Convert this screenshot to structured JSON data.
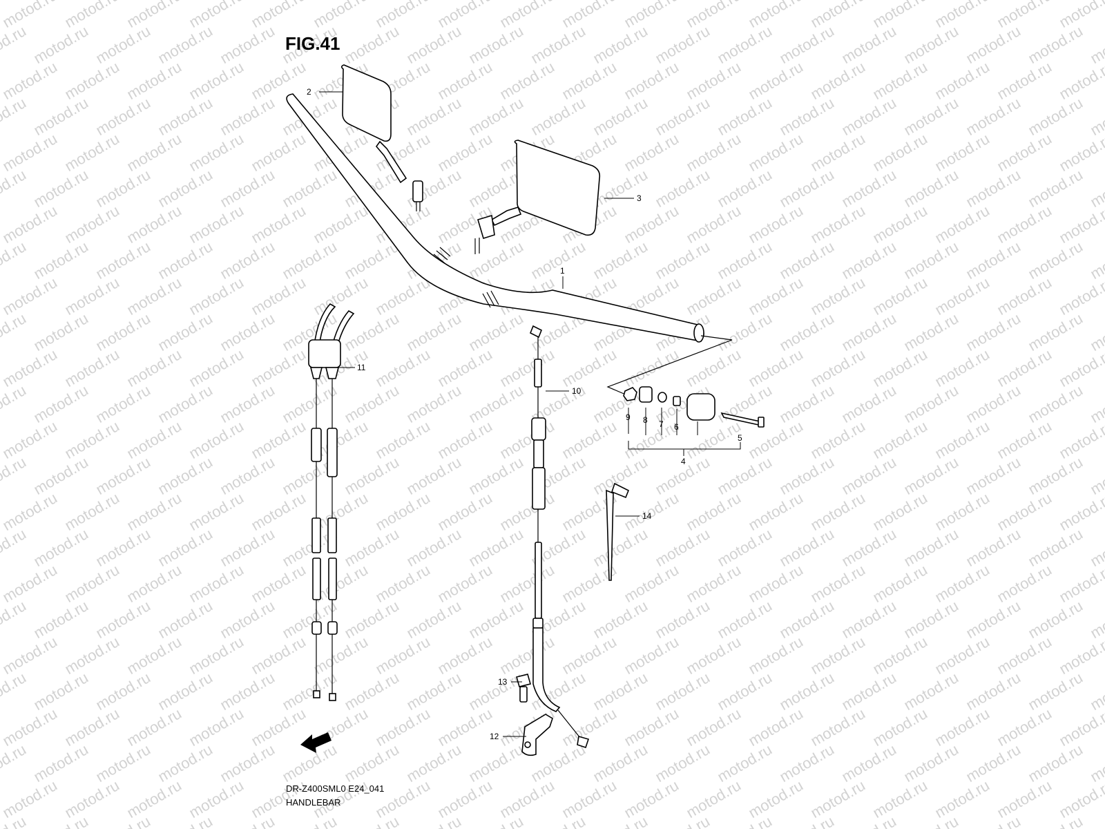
{
  "figure": {
    "title": "FIG.41",
    "code": "DR-Z400SML0 E24_041",
    "name": "HANDLEBAR",
    "watermark": "motod.ru",
    "fwd_label": "FWD"
  },
  "callouts": [
    {
      "id": "1",
      "label": "1"
    },
    {
      "id": "2",
      "label": "2"
    },
    {
      "id": "3",
      "label": "3"
    },
    {
      "id": "4",
      "label": "4"
    },
    {
      "id": "5",
      "label": "5"
    },
    {
      "id": "6",
      "label": "6"
    },
    {
      "id": "7",
      "label": "7"
    },
    {
      "id": "8",
      "label": "8"
    },
    {
      "id": "9",
      "label": "9"
    },
    {
      "id": "10",
      "label": "10"
    },
    {
      "id": "11",
      "label": "11"
    },
    {
      "id": "12",
      "label": "12"
    },
    {
      "id": "13",
      "label": "13"
    },
    {
      "id": "14",
      "label": "14"
    }
  ]
}
